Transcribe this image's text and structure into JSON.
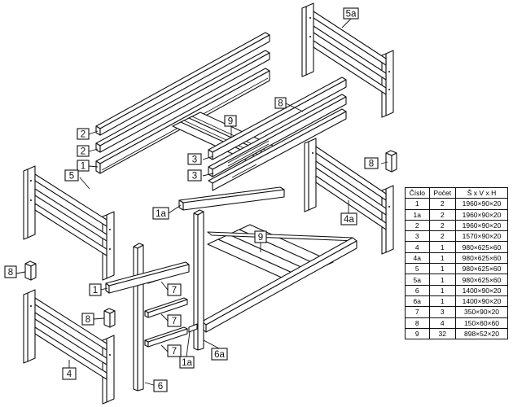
{
  "callouts": {
    "c5a": "5a",
    "c8_top": "8",
    "c9_top": "9",
    "c2_a": "2",
    "c2_b": "2",
    "c1_top": "1",
    "c3_a": "3",
    "c3_b": "3",
    "c5": "5",
    "c8_right": "8",
    "c4a": "4a",
    "c1a": "1a",
    "c9_mid": "9",
    "c8_left": "8",
    "c1_mid": "1",
    "c7_a": "7",
    "c7_b": "7",
    "c7_c": "7",
    "c8_low": "8",
    "c4": "4",
    "c1a_low": "1a",
    "c6a": "6a",
    "c6": "6"
  },
  "parts_table": {
    "headers": [
      "Číslo",
      "Počet",
      "Š x V x H"
    ],
    "rows": [
      [
        "1",
        "2",
        "1960×90×20"
      ],
      [
        "1a",
        "2",
        "1960×90×20"
      ],
      [
        "2",
        "2",
        "1960×90×20"
      ],
      [
        "3",
        "2",
        "1570×90×20"
      ],
      [
        "4",
        "1",
        "980×625×60"
      ],
      [
        "4a",
        "1",
        "980×625×60"
      ],
      [
        "5",
        "1",
        "980×625×60"
      ],
      [
        "5a",
        "1",
        "980×625×60"
      ],
      [
        "6",
        "1",
        "1400×90×20"
      ],
      [
        "6a",
        "1",
        "1400×90×20"
      ],
      [
        "7",
        "3",
        "350×90×20"
      ],
      [
        "8",
        "4",
        "150×60×60"
      ],
      [
        "9",
        "32",
        "898×52×20"
      ]
    ]
  }
}
